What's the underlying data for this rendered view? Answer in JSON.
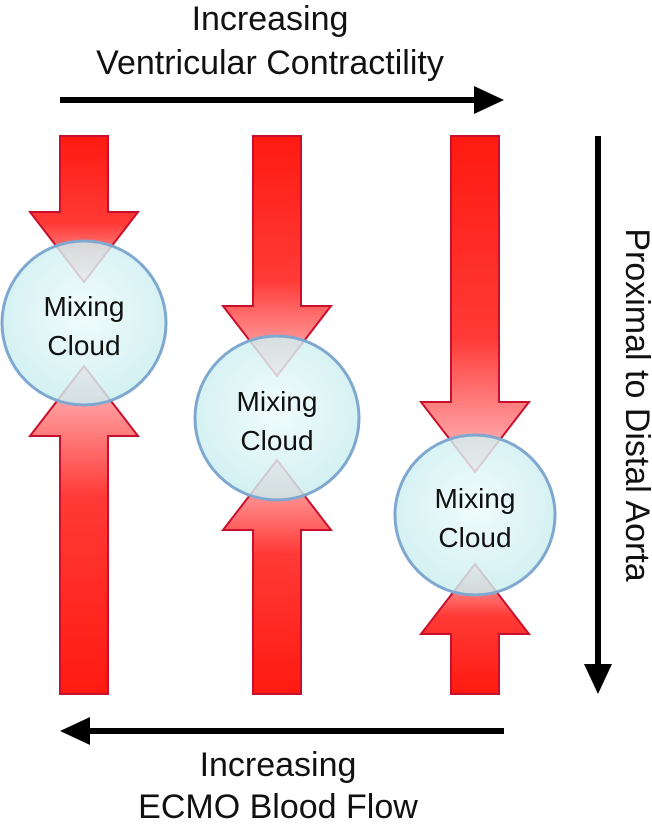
{
  "diagram": {
    "top_label": {
      "line1": "Increasing",
      "line2": "Ventricular Contractility"
    },
    "bottom_label": {
      "line1": "Increasing",
      "line2": "ECMO Blood Flow"
    },
    "right_label": "Proximal to Distal Aorta",
    "clouds": [
      {
        "line1": "Mixing",
        "line2": "Cloud"
      },
      {
        "line1": "Mixing",
        "line2": "Cloud"
      },
      {
        "line1": "Mixing",
        "line2": "Cloud"
      }
    ]
  },
  "colors": {
    "arrow_red": "#ff1a10",
    "arrow_light": "#ffc4c8",
    "arrow_edge": "#c8102e",
    "cloud_fill": "#d6f3f3",
    "cloud_edge": "#7fa8d0",
    "axis_arrow": "#000000"
  }
}
